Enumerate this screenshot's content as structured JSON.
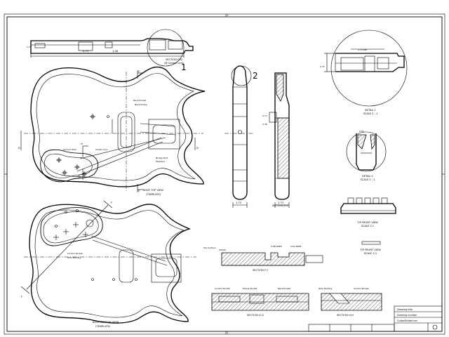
{
  "sheet": {
    "edge_markers": {
      "top": "1",
      "bottom": "1"
    }
  },
  "views": {
    "section_d": {
      "title": "SECTION D-D",
      "subtitle": "(@ Center Line)"
    },
    "top_view": {
      "title": "BODY TOP VIEW",
      "subtitle": "(TEMPLATE)"
    },
    "bottom_view": {
      "title": "BODY BOTTOM VIEW",
      "subtitle": "(TEMPLATE)"
    },
    "section_e": {
      "title": "SECTION E-E"
    },
    "section_f": {
      "title": "SECTION F-F"
    },
    "section_g": {
      "title": "SECTION G-G"
    },
    "section_h": {
      "title": "SECTION H-H"
    },
    "detail_1": {
      "title": "DETAIL 1",
      "scale": "SCALE 2 : 1"
    },
    "detail_2": {
      "title": "DETAIL 2",
      "scale": "SCALE 2 : 1"
    },
    "tp_front": {
      "title": "T/P FRONT VIEW",
      "scale": "SCALE 2:1"
    },
    "tp_front_small": {
      "title": "T/P FRONT VIEW",
      "scale": "SCALE 1:1"
    }
  },
  "callouts": {
    "detail_1": "1",
    "detail_2": "2"
  },
  "section_markers": {
    "d_left": "D",
    "d_right": "D",
    "e_top": "E",
    "e_bottom": "E",
    "f_top": "F",
    "f_bottom": "F",
    "h_top": "H",
    "h_bottom": "H"
  },
  "annotations": {
    "ground_wire": "Ground Wire",
    "neck_pocket": "Neck Pocket",
    "bridge_post": "Bridge Post",
    "center_line": "Center Line",
    "tune_o_matic_tailpiece": "Tailpiece",
    "control_pocket": "Control Pocket",
    "pickup_pocket": "Pickup Pocket",
    "neck_pickup": "Neck Pickup",
    "wire_routing": "Wire Routing",
    "top_surface": "Top Surface"
  },
  "title_block": {
    "line1": "Drawing title",
    "line2": "Drawing number",
    "line3": "GuitarBuilder.net"
  }
}
